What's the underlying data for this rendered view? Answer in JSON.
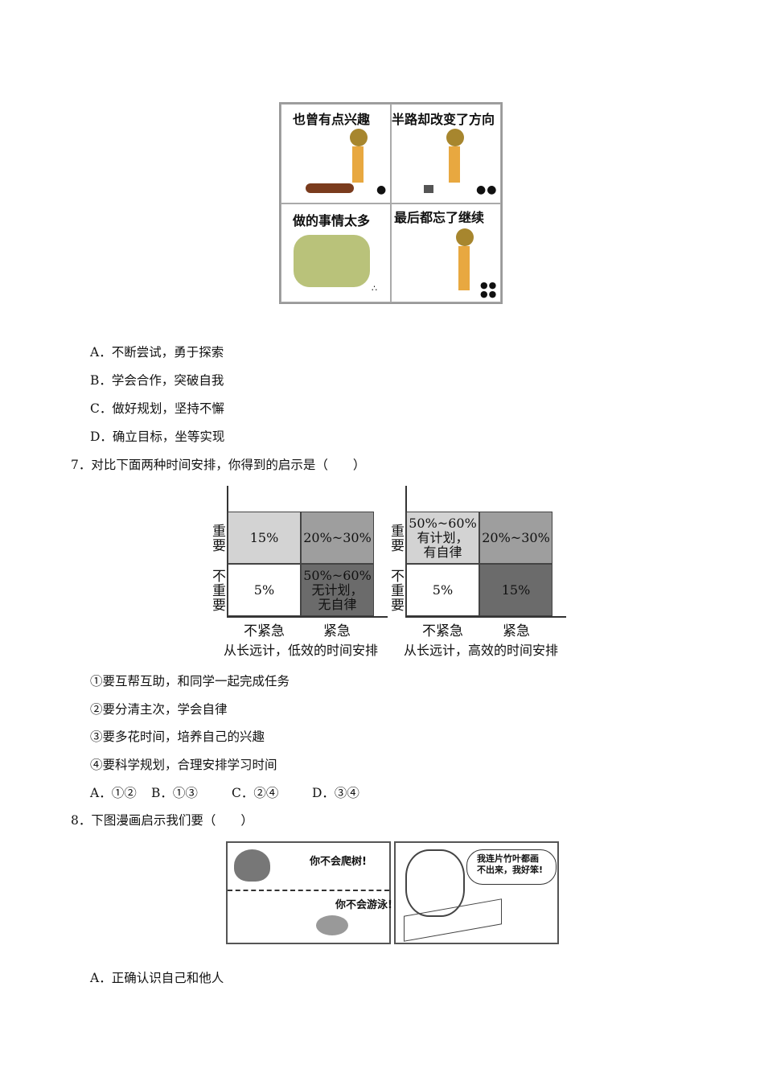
{
  "comic1": {
    "captions": [
      "也曾有点兴趣",
      "半路却改变了方向",
      "做的事情太多",
      "最后都忘了继续"
    ]
  },
  "q6": {
    "options": [
      "A．不断尝试，勇于探索",
      "B．学会合作，突破自我",
      "C．做好规划，坚持不懈",
      "D．确立目标，坐等实现"
    ]
  },
  "q7": {
    "stem": "7．对比下面两种时间安排，你得到的启示是（　　）",
    "left": {
      "cells": [
        "15%",
        "20%~30%",
        "5%",
        "50%~60%\n无计划，\n无自律"
      ],
      "caption": "从长远计，低效的时间安排"
    },
    "right": {
      "cells": [
        "50%~60%\n有计划，\n有自律",
        "20%~30%",
        "5%",
        "15%"
      ],
      "caption": "从长远计，高效的时间安排"
    },
    "axis": {
      "important": "重要",
      "not_important": "不重要",
      "not_urgent": "不紧急",
      "urgent": "紧急"
    },
    "items": [
      "①要互帮互助，和同学一起完成任务",
      "②要分清主次，学会自律",
      "③要多花时间，培养自己的兴趣",
      "④要科学规划，合理安排学习时间"
    ],
    "answers": [
      "A．①②",
      "B．①③",
      "C．②④",
      "D．③④"
    ]
  },
  "q8": {
    "stem": "8．下图漫画启示我们要（　　）",
    "comic": {
      "cat": "你不会爬树!",
      "fish": "你不会游泳!",
      "chick": "我连片竹叶都画\n不出来，我好笨!"
    },
    "options": [
      "A．正确认识自己和他人"
    ]
  }
}
